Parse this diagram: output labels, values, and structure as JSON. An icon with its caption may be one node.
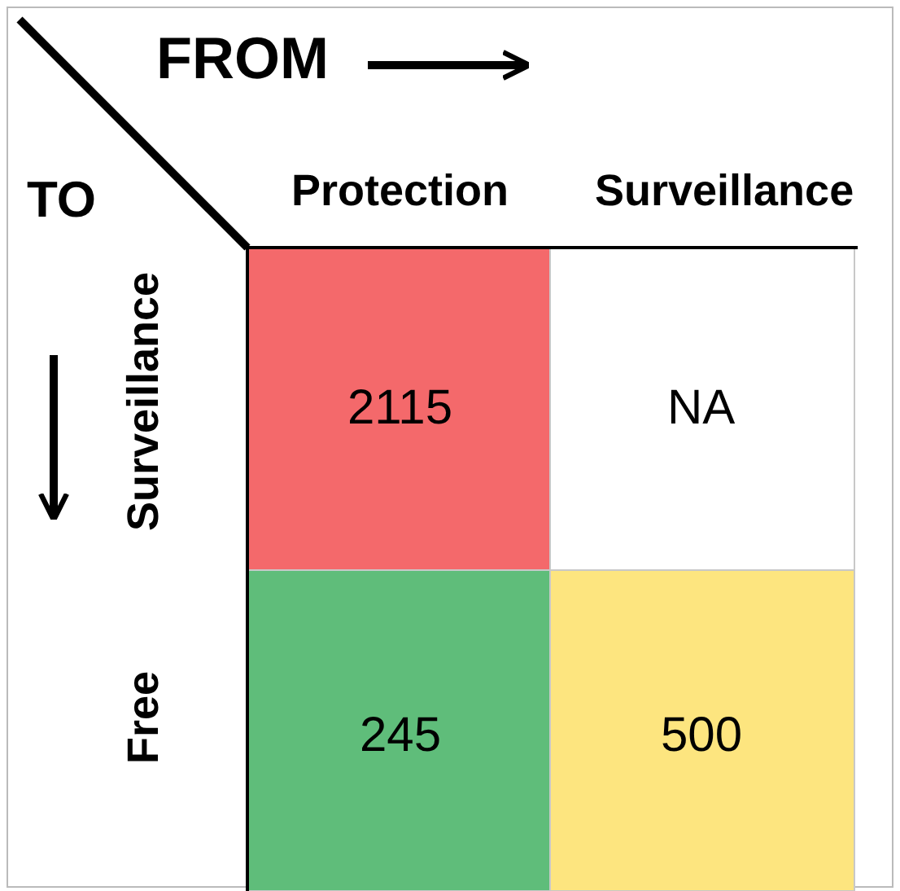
{
  "diagram": {
    "labels": [
      "FROM",
      "TO",
      "Protection",
      "Surveillance",
      "Surveillance",
      "2115",
      "NA",
      "Free",
      "245",
      "500"
    ]
  }
}
